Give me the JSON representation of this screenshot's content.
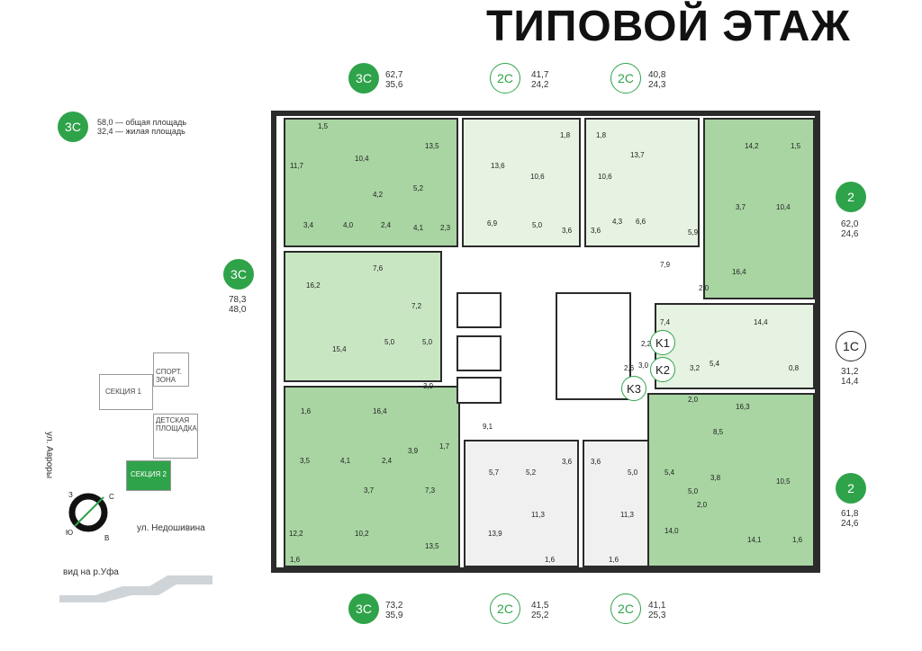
{
  "title": "ТИПОВОЙ ЭТАЖ",
  "legend": {
    "badge": "3С",
    "line1": "58,0 — общая площадь",
    "line2": "32,4 — жилая площадь"
  },
  "apartments": [
    {
      "id": "top-3c",
      "type": "3С",
      "total": "62,7",
      "living": "35,6"
    },
    {
      "id": "top-2c-a",
      "type": "2С",
      "total": "41,7",
      "living": "24,2"
    },
    {
      "id": "top-2c-b",
      "type": "2С",
      "total": "40,8",
      "living": "24,3"
    },
    {
      "id": "left-3c",
      "type": "3С",
      "total": "78,3",
      "living": "48,0"
    },
    {
      "id": "right-2-top",
      "type": "2",
      "total": "62,0",
      "living": "24,6"
    },
    {
      "id": "right-1c",
      "type": "1С",
      "total": "31,2",
      "living": "14,4"
    },
    {
      "id": "right-2-bottom",
      "type": "2",
      "total": "61,8",
      "living": "24,6"
    },
    {
      "id": "bottom-3c",
      "type": "3С",
      "total": "73,2",
      "living": "35,9"
    },
    {
      "id": "bottom-2c-a",
      "type": "2С",
      "total": "41,5",
      "living": "25,2"
    },
    {
      "id": "bottom-2c-b",
      "type": "2С",
      "total": "41,1",
      "living": "25,3"
    }
  ],
  "core_labels": {
    "k1": "K1",
    "k2": "K2",
    "k3": "K3"
  },
  "room_areas": [
    "1,5",
    "13,5",
    "11,7",
    "10,4",
    "4,2",
    "5,2",
    "3,4",
    "4,0",
    "2,4",
    "4,1",
    "2,3",
    "13,6",
    "1,8",
    "10,6",
    "6,9",
    "5,0",
    "3,6",
    "1,8",
    "10,6",
    "13,7",
    "6,6",
    "4,3",
    "3,6",
    "14,2",
    "1,5",
    "10,4",
    "3,7",
    "5,9",
    "7,9",
    "16,4",
    "2,0",
    "7,6",
    "16,2",
    "7,2",
    "15,4",
    "5,0",
    "5,0",
    "3,9",
    "7,4",
    "14,4",
    "2,2",
    "3,0",
    "2,6",
    "3,2",
    "5,4",
    "0,8",
    "2,0",
    "16,3",
    "8,5",
    "1,6",
    "16,4",
    "9,1",
    "3,9",
    "1,7",
    "3,5",
    "4,1",
    "2,4",
    "3,7",
    "7,3",
    "12,2",
    "10,2",
    "13,5",
    "1,6",
    "5,7",
    "5,2",
    "3,6",
    "13,9",
    "11,3",
    "1,6",
    "3,6",
    "5,0",
    "5,4",
    "11,3",
    "14,0",
    "1,6",
    "3,8",
    "10,5",
    "5,0",
    "2,0",
    "14,1",
    "1,6"
  ],
  "minimap": {
    "section1": "СЕКЦИЯ 1",
    "section2": "СЕКЦИЯ 2",
    "sport": "СПОРТ. ЗОНА",
    "kids": "ДЕТСКАЯ ПЛОЩАДКА",
    "street_avrory": "ул. Авроры",
    "street_nedoshivina": "ул. Недошивина",
    "view": "вид на р.Уфа",
    "compass": {
      "n": "С",
      "s": "Ю",
      "e": "В",
      "w": "З"
    }
  },
  "colors": {
    "accent": "#2fa34a",
    "room_green": "#a8d5a2",
    "room_light": "#e6f2e2",
    "wall": "#2b2b2b"
  }
}
